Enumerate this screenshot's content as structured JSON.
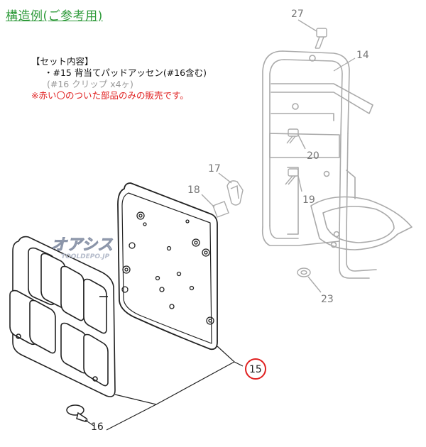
{
  "title": "構造例(ご参考用)",
  "set_contents": {
    "header": "【セット内容】",
    "item": "・#15 背当てパッドアッセン(#16含む)",
    "sub": "(#16 クリップ x4ヶ)",
    "note": "※赤い〇のついた部品のみの販売です。"
  },
  "watermark": {
    "main": "オアシス",
    "sub": "TOOLDEPO.JP"
  },
  "callouts": {
    "p27": "27",
    "p14": "14",
    "p20": "20",
    "p17": "17",
    "p18": "18",
    "p19": "19",
    "p23": "23",
    "p15": "15",
    "p16": "16"
  },
  "colors": {
    "title": "#2e9a3a",
    "note": "#e02020",
    "highlight_circle": "#e02020",
    "frame_lines": "#aaaaaa",
    "pad_lines": "#222222"
  }
}
